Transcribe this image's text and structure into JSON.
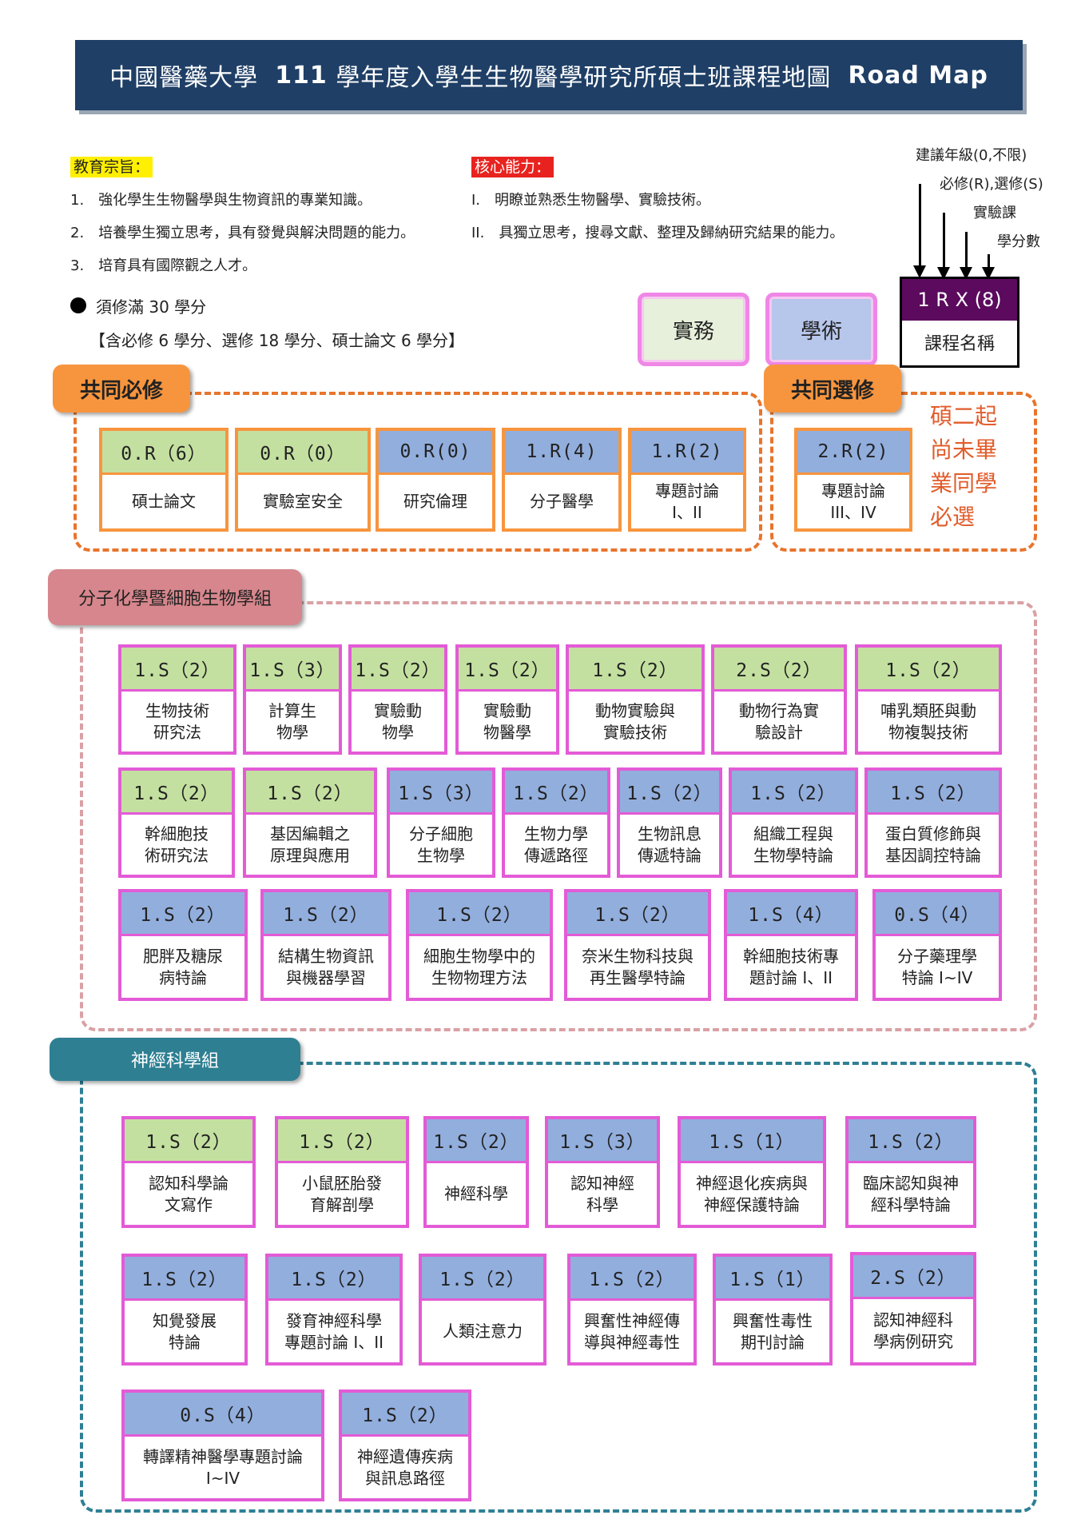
{
  "title": {
    "school": "中國醫藥大學",
    "year": "111",
    "rest": "學年度入學生生物醫學研究所碩士班課程地圖",
    "roadmap": "Road Map"
  },
  "education_goals": {
    "label": "教育宗旨：",
    "items": [
      "1.　強化學生生物醫學與生物資訊的專業知識。",
      "2.　培養學生獨立思考，具有發覺與解決問題的能力。",
      "3.　培育具有國際觀之人才。"
    ]
  },
  "core_competencies": {
    "label": "核心能力：",
    "items": [
      "I.　明瞭並熟悉生物醫學、實驗技術。",
      "II.　具獨立思考，搜尋文獻、整理及歸納研究結果的能力。"
    ]
  },
  "credits": {
    "line1": "須修滿 30 學分",
    "line2": "【含必修 6 學分、選修 18 學分、碩士論文 6 學分】"
  },
  "legend": {
    "year": "建議年級(0,不限)",
    "required": "必修(R),選修(S)",
    "lab": "實驗課",
    "credits": "學分數",
    "code": "1 R X (8)",
    "name": "課程名稱"
  },
  "types": {
    "practice": "實務",
    "academic": "學術"
  },
  "colors": {
    "green_header": "#c4e0a0",
    "blue_header": "#92aedd",
    "practice_fill": "#e7f0db",
    "academic_fill": "#b7c6eb",
    "orange": "#f7953e",
    "pink_border": "#e35bd6"
  },
  "common_required": {
    "label": "共同必修",
    "courses": [
      {
        "code": "0.R（6）",
        "name": "碩士論文",
        "kind": "green"
      },
      {
        "code": "0.R（0）",
        "name": "實驗室安全",
        "kind": "green"
      },
      {
        "code": "0.R(0)",
        "name": "研究倫理",
        "kind": "blue"
      },
      {
        "code": "1.R(4)",
        "name": "分子醫學",
        "kind": "blue"
      },
      {
        "code": "1.R(2)",
        "name": "專題討論\nI、II",
        "kind": "blue"
      }
    ]
  },
  "common_elective": {
    "label": "共同選修",
    "courses": [
      {
        "code": "2.R(2)",
        "name": "專題討論\nIII、IV",
        "kind": "blue"
      }
    ],
    "note": [
      "碩二起",
      "尚未畢",
      "業同學",
      "必選"
    ]
  },
  "molecular_group": {
    "label": "分子化學暨細胞生物學組",
    "courses": [
      {
        "code": "1.S（2）",
        "name": "生物技術\n研究法",
        "kind": "green"
      },
      {
        "code": "1.S（3）",
        "name": "計算生\n物學",
        "kind": "green"
      },
      {
        "code": "1.S（2）",
        "name": "實驗動\n物學",
        "kind": "green"
      },
      {
        "code": "1.S（2）",
        "name": "實驗動\n物醫學",
        "kind": "green"
      },
      {
        "code": "1.S（2）",
        "name": "動物實驗與\n實驗技術",
        "kind": "green"
      },
      {
        "code": "2.S（2）",
        "name": "動物行為實\n驗設計",
        "kind": "green"
      },
      {
        "code": "1.S（2）",
        "name": "哺乳類胚與動\n物複製技術",
        "kind": "green"
      },
      {
        "code": "1.S（2）",
        "name": "幹細胞技\n術研究法",
        "kind": "green"
      },
      {
        "code": "1.S（2）",
        "name": "基因編輯之\n原理與應用",
        "kind": "green"
      },
      {
        "code": "1.S（3）",
        "name": "分子細胞\n生物學",
        "kind": "blue"
      },
      {
        "code": "1.S（2）",
        "name": "生物力學\n傳遞路徑",
        "kind": "blue"
      },
      {
        "code": "1.S（2）",
        "name": "生物訊息\n傳遞特論",
        "kind": "blue"
      },
      {
        "code": "1.S（2）",
        "name": "組織工程與\n生物學特論",
        "kind": "blue"
      },
      {
        "code": "1.S（2）",
        "name": "蛋白質修飾與\n基因調控特論",
        "kind": "blue"
      },
      {
        "code": "1.S（2）",
        "name": "肥胖及糖尿\n病特論",
        "kind": "blue"
      },
      {
        "code": "1.S（2）",
        "name": "結構生物資訊\n與機器學習",
        "kind": "blue"
      },
      {
        "code": "1.S（2）",
        "name": "細胞生物學中的\n生物物理方法",
        "kind": "blue"
      },
      {
        "code": "1.S（2）",
        "name": "奈米生物科技與\n再生醫學特論",
        "kind": "blue"
      },
      {
        "code": "1.S（4）",
        "name": "幹細胞技術專\n題討論 I、II",
        "kind": "blue"
      },
      {
        "code": "0.S（4）",
        "name": "分子藥理學\n特論 I~IV",
        "kind": "blue"
      }
    ]
  },
  "neuro_group": {
    "label": "神經科學組",
    "courses": [
      {
        "code": "1.S（2）",
        "name": "認知科學論\n文寫作",
        "kind": "green"
      },
      {
        "code": "1.S（2）",
        "name": "小鼠胚胎發\n育解剖學",
        "kind": "green"
      },
      {
        "code": "1.S（2）",
        "name": "神經科學",
        "kind": "blue"
      },
      {
        "code": "1.S（3）",
        "name": "認知神經\n科學",
        "kind": "blue"
      },
      {
        "code": "1.S（1）",
        "name": "神經退化疾病與\n神經保護特論",
        "kind": "blue"
      },
      {
        "code": "1.S（2）",
        "name": "臨床認知與神\n經科學特論",
        "kind": "blue"
      },
      {
        "code": "1.S（2）",
        "name": "知覺發展\n特論",
        "kind": "blue"
      },
      {
        "code": "1.S（2）",
        "name": "發育神經科學\n專題討論 I、II",
        "kind": "blue"
      },
      {
        "code": "1.S（2）",
        "name": "人類注意力",
        "kind": "blue"
      },
      {
        "code": "1.S（2）",
        "name": "興奮性神經傳\n導與神經毒性",
        "kind": "blue"
      },
      {
        "code": "1.S（1）",
        "name": "興奮性毒性\n期刊討論",
        "kind": "blue"
      },
      {
        "code": "2.S（2）",
        "name": "認知神經科\n學病例研究",
        "kind": "blue"
      },
      {
        "code": "0.S（4）",
        "name": "轉譯精神醫學專題討論\nI~IV",
        "kind": "blue"
      },
      {
        "code": "1.S（2）",
        "name": "神經遺傳疾病\n與訊息路徑",
        "kind": "blue"
      }
    ]
  }
}
